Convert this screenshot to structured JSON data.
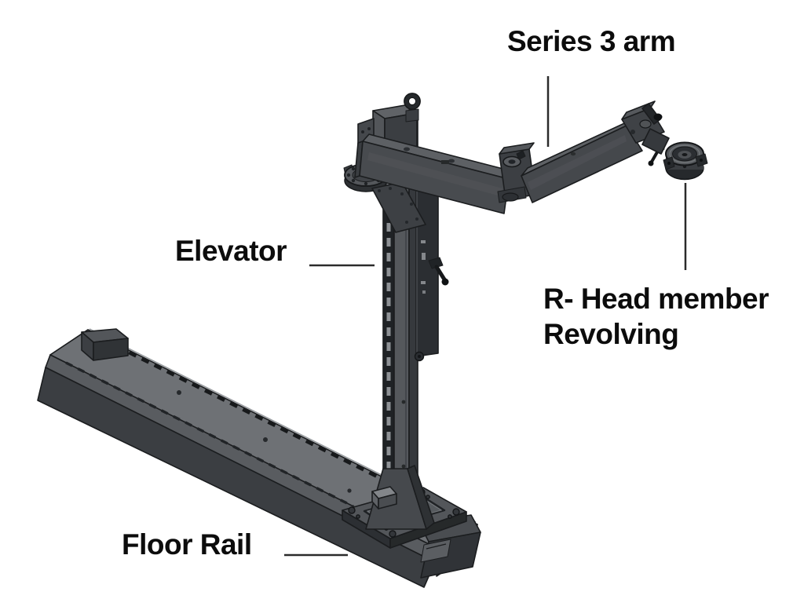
{
  "diagram": {
    "description": "Isometric technical illustration of a floor-rail mounted elevator column with a Series 3 articulated arm and revolving head member",
    "background": "#ffffff",
    "colors": {
      "outline": "#1b1d1f",
      "body_dark": "#2c2f33",
      "body_mid": "#45484c",
      "body_light": "#6e7175",
      "top_surface": "#5d6064",
      "warning": "#9c8c20",
      "leader": "#2b2b2b",
      "label_text": "#0c0c0c"
    },
    "labels": {
      "series3_arm": "Series 3 arm",
      "elevator": "Elevator",
      "r_head_line1": "R- Head member",
      "r_head_line2": "Revolving",
      "floor_rail": "Floor Rail"
    },
    "parts": [
      {
        "name": "Series 3 arm"
      },
      {
        "name": "Elevator"
      },
      {
        "name": "R- Head member Revolving"
      },
      {
        "name": "Floor Rail"
      }
    ]
  }
}
